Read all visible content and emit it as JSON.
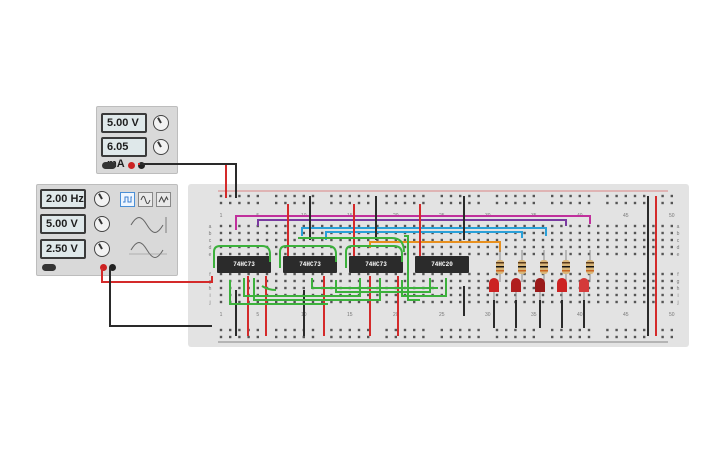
{
  "dc_supply": {
    "voltage_readout": "5.00 V",
    "current_readout": "6.05 mA"
  },
  "function_generator": {
    "frequency_readout": "2.00 Hz",
    "amplitude_readout": "5.00 V",
    "offset_readout": "2.50 V",
    "waveforms": [
      "square",
      "sine",
      "triangle"
    ],
    "selected_waveform": "square"
  },
  "breadboard": {
    "chips": [
      {
        "label": "74HC73"
      },
      {
        "label": "74HC73"
      },
      {
        "label": "74HC73"
      },
      {
        "label": "74HC20"
      }
    ],
    "column_numbers": [
      "1",
      "5",
      "10",
      "15",
      "20",
      "25",
      "30",
      "35",
      "40",
      "45",
      "50"
    ],
    "row_letters_top": [
      "a",
      "b",
      "c",
      "d",
      "e"
    ],
    "row_letters_bottom": [
      "f",
      "g",
      "h",
      "i",
      "j"
    ],
    "led_count": 5
  },
  "colors": {
    "wire_red": "#d42a2a",
    "wire_black": "#2a2a2a",
    "wire_green": "#3cb13c",
    "wire_magenta": "#c0309c",
    "wire_blue": "#2aa0d8",
    "wire_orange": "#e8901e",
    "led_red": "#cc2222",
    "chip_body": "#2b2b2b"
  }
}
